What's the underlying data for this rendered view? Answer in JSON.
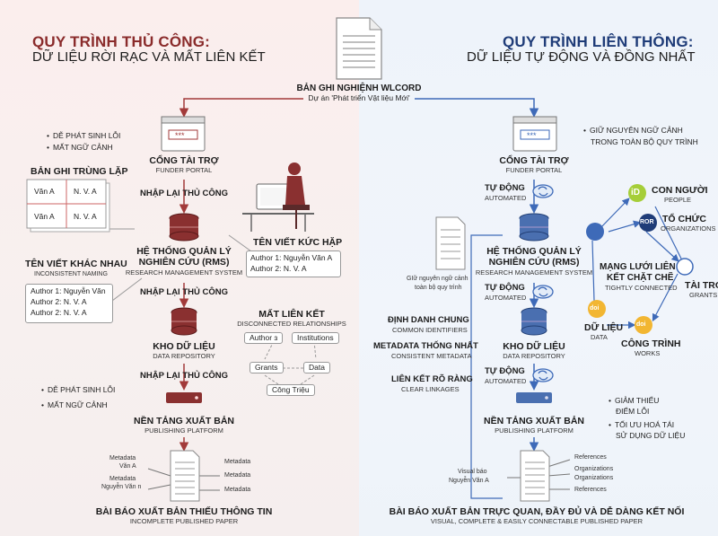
{
  "left": {
    "title": "QUY TRÌNH THỦ CÔNG:",
    "subtitle": "DỮ LIỆU RỜI RẠC VÀ MẤT LIÊN KẾT",
    "bullets_top": [
      "DỄ PHÁT SINH LỖI",
      "MẤT NGỮ CẢNH"
    ],
    "duplicate_label": "BẢN GHI TRÙNG LẶP",
    "duplicate_cells": [
      "Văn A",
      "N. V. A",
      "Văn A",
      "N. V. A"
    ],
    "inconsistent_label": "TÊN VIẾT KHÁC NHAU",
    "inconsistent_sub": "INCONSISTENT NAMING",
    "inconsistent_lines": [
      "Author 1: Nguyễn Văn",
      "Author 2: N. V. A",
      "Author 2: N. V. A"
    ],
    "funder_title": "CỔNG TÀI TRỢ",
    "funder_sub": "FUNDER PORTAL",
    "manual1": "NHẬP LẠI THỦ CÔNG",
    "rms_title1": "HỆ THỐNG QUẢN LÝ",
    "rms_title2": "NGHIÊN CỨU (RMS)",
    "rms_sub": "RESEARCH MANAGEMENT SYSTEM",
    "clumsy_label": "TÊN VIẾT KỨC HẶP",
    "clumsy_lines": [
      "Author 1: Nguyễn Văn A",
      "Author 2: N. V. A"
    ],
    "manual2": "NHẬP LẠI THỦ CÔNG",
    "disconnected_label": "MẤT LIÊN KẾT",
    "disconnected_sub": "DISCONNECTED RELATIONSHIPS",
    "disc_nodes": [
      "Author ɜ",
      "Institutions",
      "Grants",
      "Data",
      "Công Triệu"
    ],
    "repo_title": "KHO DỮ LIỆU",
    "repo_sub": "DATA REPOSITORY",
    "manual3": "NHẬP LẠI THỦ CÔNG",
    "bullets_bottom": [
      "DỄ PHÁT SINH LỖI",
      "MẤT NGỮ CẢNH"
    ],
    "pub_title": "NỀN TẢNG XUẤT BẢN",
    "pub_sub": "PUBLISHING PLATFORM",
    "meta_left": [
      "Metadata",
      "Văn A",
      "Metadata",
      "Nguyễn Văn n"
    ],
    "meta_right": [
      "Metadata",
      "Metadata",
      "Metadata"
    ],
    "paper_title": "BÀI BÁO XUẤT BẢN THIẾU THÔNG TIN",
    "paper_sub": "INCOMPLETE PUBLISHED PAPER"
  },
  "center": {
    "record_title": "BẢN GHI NGHIỆNH WLCORD",
    "record_sub": "Dự án 'Phát triển Vật liệu Mới'"
  },
  "right": {
    "title": "QUY TRÌNH LIÊN THÔNG:",
    "subtitle": "DỮ LIỆU TỰ ĐỘNG VÀ ĐỒNG NHẤT",
    "context_bullet": [
      "GIỮ NGUYÊN NGỮ CẢNH",
      "TRONG TOÀN BỘ QUY TRÌNH"
    ],
    "funder_title": "CỔNG TÀI TRỢ",
    "funder_sub": "FUNDER PORTAL",
    "auto": "TỰ ĐỘNG",
    "auto_sub": "AUTOMATED",
    "doc_note": [
      "GIữ nguyên ngữ cảnh",
      "toàn bộ quy trình"
    ],
    "rms_title1": "HỆ THỐNG QUẢN LÝ",
    "rms_title2": "NGHIÊN CỨU (RMS)",
    "rms_sub": "RESEARCH MANAGEMENT SYSTEM",
    "common_label": "ĐỊNH DANH CHUNG",
    "common_sub": "COMMON IDENTIFIERS",
    "meta_label": "METADATA THỐNG NHẤT",
    "meta_sub": "CONSISTENT METADATA",
    "link_label": "LIÊN KẾT RÕ RÀNG",
    "link_sub": "CLEAR LINKAGES",
    "repo_title": "KHO DỮ LIỆU",
    "repo_sub": "DATA REPOSITORY",
    "pub_title": "NỀN TẢNG XUẤT BẢN",
    "pub_sub": "PUBLISHING PLATFORM",
    "net_people": "CON NGƯỜI",
    "net_people_sub": "PEOPLE",
    "net_org": "TỔ CHỨC",
    "net_org_sub": "ORGANIZATIONS",
    "net_center1": "MẠNG LƯỚI LIÊN",
    "net_center2": "KẾT CHẶT CHẼ",
    "net_center_sub": "TIGHTLY CONNECTED",
    "net_grants": "TÀI TRỢ",
    "net_grants_sub": "GRANTS",
    "net_data": "DỮ LIỆU",
    "net_data_sub": "DATA",
    "net_works": "CÔNG TRÌNH",
    "net_works_sub": "WORKS",
    "icon_id": "iD",
    "icon_ror": "ROR",
    "icon_doi": "doi",
    "benefits": [
      "GIẢM THIỂU",
      "ĐIỂM LỖI",
      "TỐI ƯU HOÁ TÁI",
      "SỬ DỤNG DỮ LIỆU"
    ],
    "paper_left": [
      "Visual báo",
      "Nguyễn Văn A"
    ],
    "paper_right": [
      "References",
      "Organizations",
      "Organizations",
      "References"
    ],
    "paper_title": "BÀI BÁO XUẤT BẢN TRỰC QUAN, ĐẦY ĐỦ VÀ DỄ DÀNG KẾT NỐI",
    "paper_sub": "VISUAL, COMPLETE & EASILY CONNECTABLE PUBLISHED PAPER"
  },
  "colors": {
    "left_accent": "#8a2b2b",
    "right_accent": "#1f3c78",
    "red_arrow": "#a23a3a",
    "blue_arrow": "#3e6ab8",
    "orcid_green": "#a6ce39",
    "doi_yellow": "#f2b632"
  }
}
